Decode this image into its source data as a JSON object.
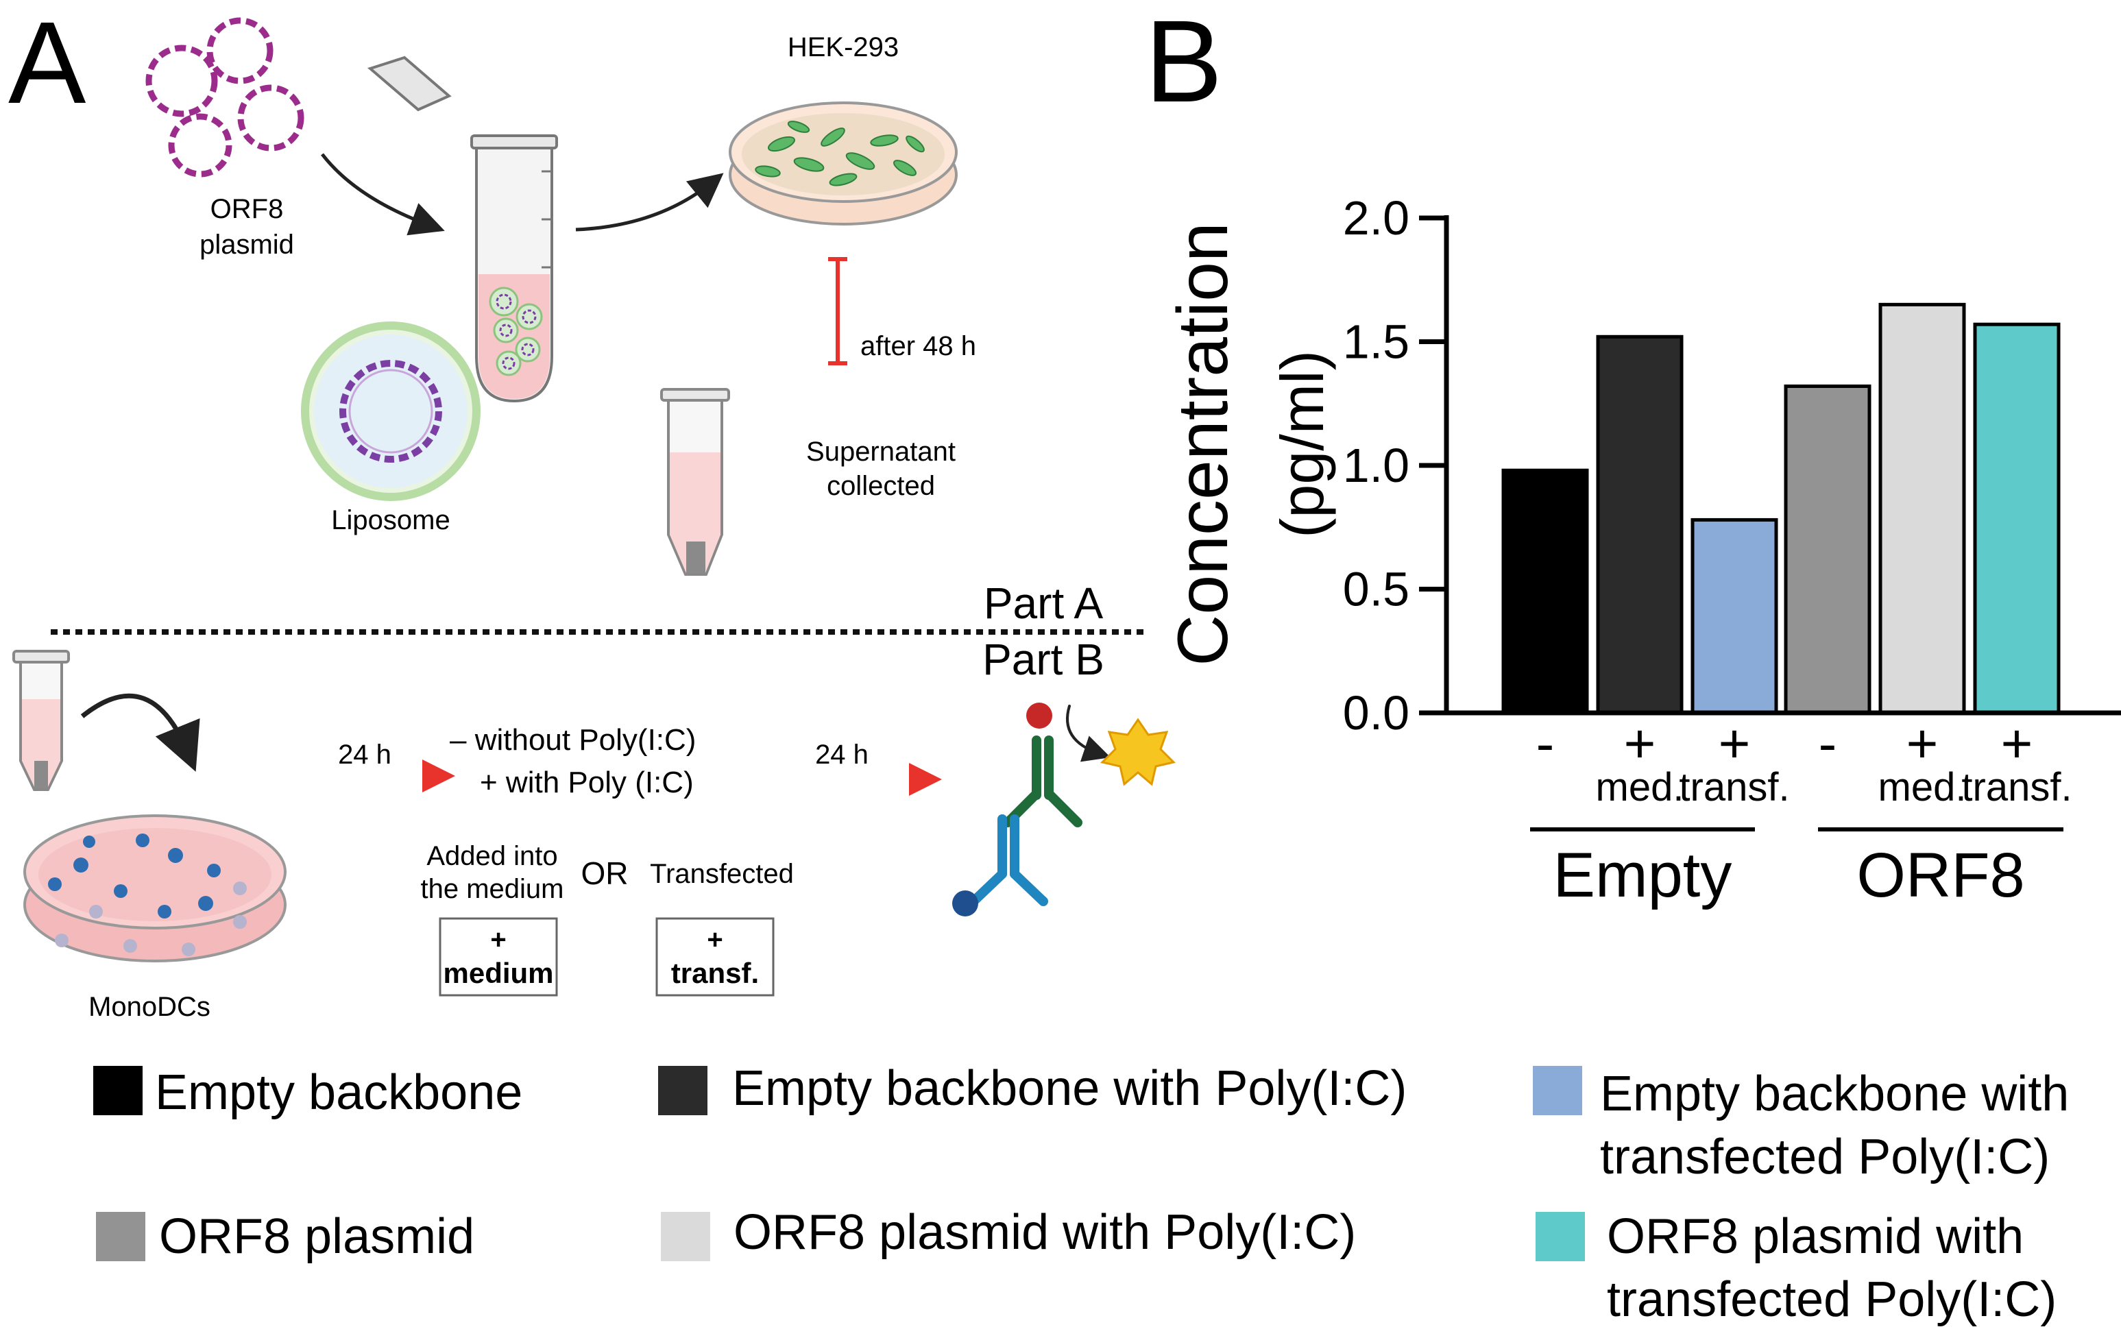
{
  "panel_a": {
    "label": "A",
    "plasmid_label_line1": "ORF8",
    "plasmid_label_line2": "plasmid",
    "liposome_label": "Liposome",
    "hek_label": "HEK-293",
    "time_label": "after 48 h",
    "supernatant_line1": "Supernatant",
    "supernatant_line2": "collected",
    "part_a": "Part A",
    "part_b": "Part B",
    "monodcs_label": "MonoDCs",
    "arrow1_time": "24 h",
    "arrow2_time": "24 h",
    "treatment_minus": "– without Poly(I:C)",
    "treatment_plus": "+ with Poly (I:C)",
    "added_line1": "Added into",
    "added_line2": "the medium",
    "or_label": "OR",
    "transfected_label": "Transfected",
    "box_medium_sign": "+",
    "box_medium_text": "medium",
    "box_transf_sign": "+",
    "box_transf_text": "transf."
  },
  "chart_data": {
    "panel_label": "B",
    "type": "bar",
    "ylabel_line1": "Concentration",
    "ylabel_line2": "(pg/ml)",
    "ylim": [
      0,
      2.0
    ],
    "yticks": [
      "0.0",
      "0.5",
      "1.0",
      "1.5",
      "2.0"
    ],
    "categories": [
      "-",
      "+ med.",
      "+ transf.",
      "-",
      "+ med.",
      "+ transf."
    ],
    "sign_labels": [
      "-",
      "+",
      "+",
      "-",
      "+",
      "+"
    ],
    "sub_labels": [
      "",
      "med.",
      "transf.",
      "",
      "med.",
      "transf."
    ],
    "groups": [
      "Empty",
      "ORF8"
    ],
    "values": [
      0.98,
      1.52,
      0.78,
      1.32,
      1.65,
      1.57
    ],
    "colors": [
      "#000000",
      "#2b2b2b",
      "#8aaad8",
      "#939393",
      "#dadada",
      "#5fcaca"
    ],
    "legend": [
      {
        "line1": "Empty backbone",
        "line2": "",
        "color": "#000000"
      },
      {
        "line1": "Empty backbone with Poly(I:C)",
        "line2": "",
        "color": "#2b2b2b"
      },
      {
        "line1": "Empty backbone with",
        "line2": "transfected Poly(I:C)",
        "color": "#8aaad8"
      },
      {
        "line1": "ORF8 plasmid",
        "line2": "",
        "color": "#939393"
      },
      {
        "line1": "ORF8 plasmid with Poly(I:C)",
        "line2": "",
        "color": "#dadada"
      },
      {
        "line1": "ORF8 plasmid with",
        "line2": "transfected Poly(I:C)",
        "color": "#5fcaca"
      }
    ]
  }
}
